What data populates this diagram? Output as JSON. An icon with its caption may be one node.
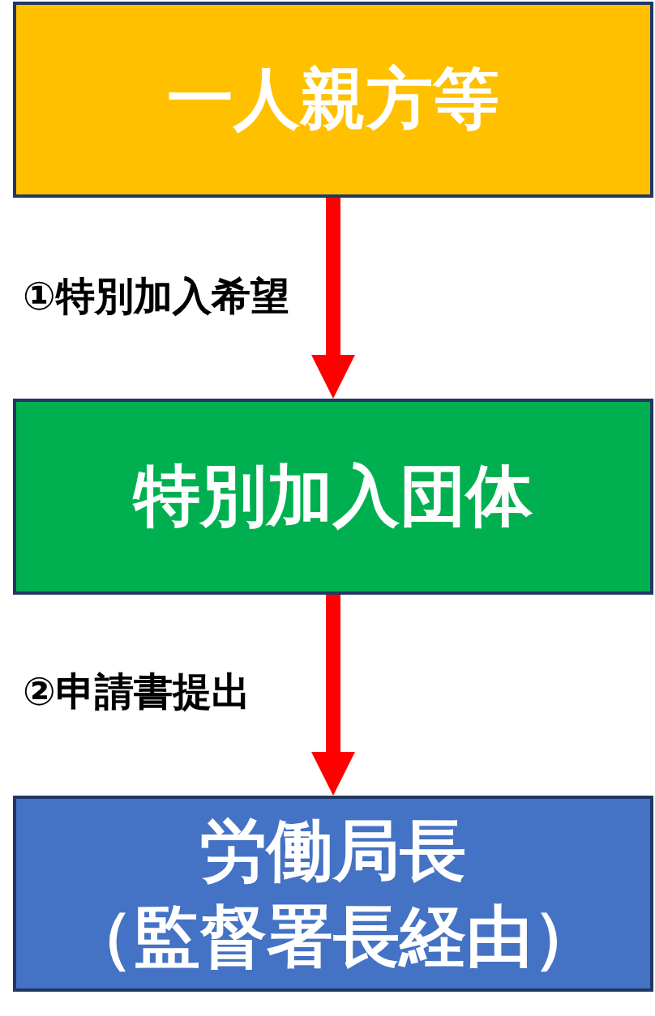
{
  "diagram": {
    "nodes": [
      {
        "text": [
          "一人親方等"
        ]
      },
      {
        "text": [
          "特別加入団体"
        ]
      },
      {
        "text": [
          "労働局長（監督署長経由）"
        ]
      }
    ],
    "edges": [
      {
        "from": 0,
        "to": 1,
        "arrow": "to",
        "label": "①特別加入希望"
      },
      {
        "from": 1,
        "to": 2,
        "arrow": "to",
        "label": "②申請書提出"
      }
    ]
  }
}
